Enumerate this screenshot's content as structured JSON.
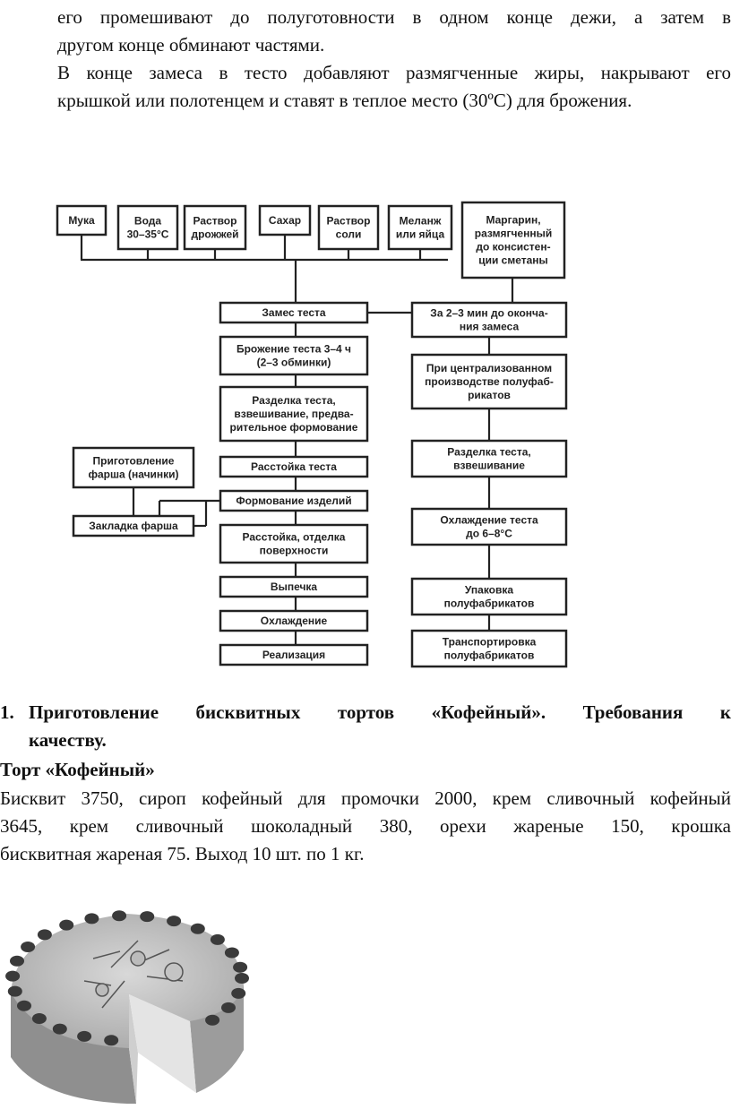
{
  "intro": {
    "lines": [
      "его промешивают до полуготовности в одном конце дежи, а затем в",
      "другом конце обминают частями.",
      "В конце замеса в тесто добавляют размягченные жиры, накрывают его",
      "крышкой или полотенцем и ставят в теплое место (30ºС) для брожения."
    ]
  },
  "diagram": {
    "ingredients": [
      {
        "lines": [
          "Мука"
        ]
      },
      {
        "lines": [
          "Вода",
          "30–35°С"
        ]
      },
      {
        "lines": [
          "Раствор",
          "дрожжей"
        ]
      },
      {
        "lines": [
          "Сахар"
        ]
      },
      {
        "lines": [
          "Раствор",
          "соли"
        ]
      },
      {
        "lines": [
          "Меланж",
          "или яйца"
        ]
      }
    ],
    "margarine": {
      "lines": [
        "Маргарин,",
        "размягченный",
        "до консистен-",
        "ции сметаны"
      ]
    },
    "main_steps": [
      {
        "lines": [
          "Замес теста"
        ]
      },
      {
        "lines": [
          "Брожение теста 3–4 ч",
          "(2–3 обминки)"
        ]
      },
      {
        "lines": [
          "Разделка теста,",
          "взвешивание, предва-",
          "рительное формование"
        ]
      },
      {
        "lines": [
          "Расстойка теста"
        ]
      },
      {
        "lines": [
          "Формование изделий"
        ]
      },
      {
        "lines": [
          "Расстойка, отделка",
          "поверхности"
        ]
      },
      {
        "lines": [
          "Выпечка"
        ]
      },
      {
        "lines": [
          "Охлаждение"
        ]
      },
      {
        "lines": [
          "Реализация"
        ]
      }
    ],
    "filling": [
      {
        "lines": [
          "Приготовление",
          "фарша (начинки)"
        ]
      },
      {
        "lines": [
          "Закладка фарша"
        ]
      }
    ],
    "right_steps": [
      {
        "lines": [
          "За 2–3 мин до оконча-",
          "ния замеса"
        ]
      },
      {
        "lines": [
          "При централизованном",
          "производстве полуфаб-",
          "рикатов"
        ]
      },
      {
        "lines": [
          "Разделка теста,",
          "взвешивание"
        ]
      },
      {
        "lines": [
          "Охлаждение теста",
          "до 6–8°С"
        ]
      },
      {
        "lines": [
          "Упаковка",
          "полуфабрикатов"
        ]
      },
      {
        "lines": [
          "Транспортировка",
          "полуфабрикатов"
        ]
      }
    ]
  },
  "section": {
    "number": "1.",
    "title_line1": "Приготовление бисквитных тортов «Кофейный». Требования к",
    "title_line2": "качеству."
  },
  "subheading": "Торт «Кофейный»",
  "recipe": {
    "lines": [
      "Бисквит 3750, сироп кофейный для промочки 2000, крем сливочный кофейный",
      "3645, крем сливочный шоколадный 380, орехи жареные 150, крошка",
      "бисквитная жареная 75. Выход 10 шт. по 1 кг."
    ]
  }
}
